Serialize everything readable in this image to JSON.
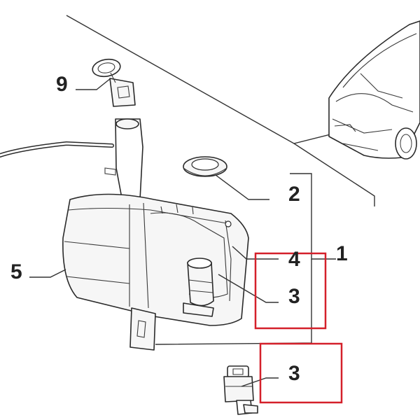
{
  "diagram": {
    "callouts": [
      {
        "id": "9",
        "part": "filler-cap"
      },
      {
        "id": "2",
        "part": "grommet"
      },
      {
        "id": "1",
        "part": "assembly-bracket"
      },
      {
        "id": "4",
        "part": "level-sensor"
      },
      {
        "id": "3",
        "part": "washer-pump-in-tank"
      },
      {
        "id": "5",
        "part": "washer-reservoir"
      },
      {
        "id": "3",
        "part": "washer-pump"
      }
    ],
    "highlight_color": "#d4202a",
    "line_color": "#333333"
  }
}
